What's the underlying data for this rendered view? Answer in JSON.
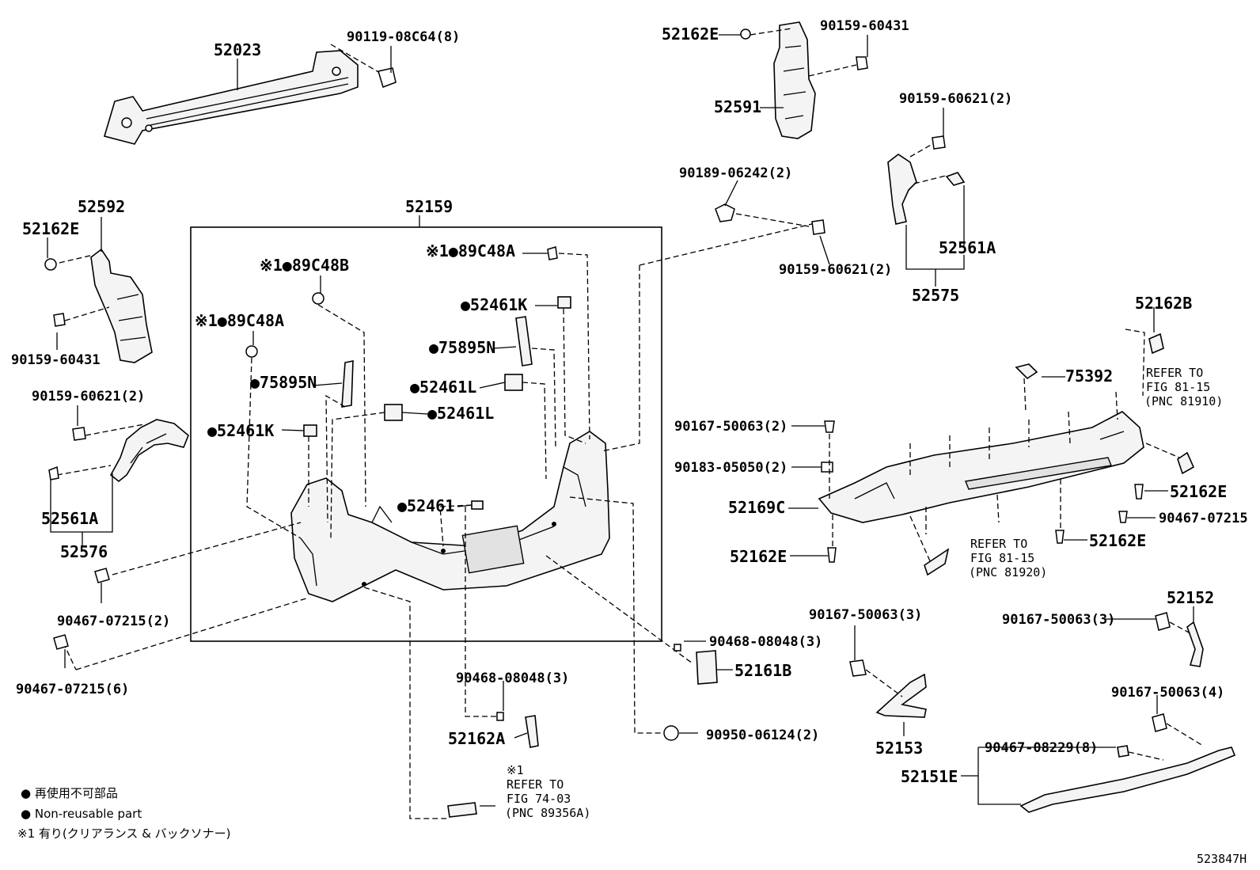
{
  "labels": {
    "p52023": "52023",
    "p90119_08C64": "90119-08C64(8)",
    "p52162E_tl": "52162E",
    "p90159_60431_t": "90159-60431",
    "p52591": "52591",
    "p90159_60621_tr": "90159-60621(2)",
    "p90189_06242": "90189-06242(2)",
    "p90159_60621_m": "90159-60621(2)",
    "p52561A_r": "52561A",
    "p52575": "52575",
    "p52592": "52592",
    "p52162E_l": "52162E",
    "p90159_60431_l": "90159-60431",
    "p52159": "52159",
    "p89C48A_top": "※1●89C48A",
    "p89C48B": "※1●89C48B",
    "p89C48A_left": "※1●89C48A",
    "p52461K_r": "●52461K",
    "p75895N_r": "●75895N",
    "p52461L_r": "●52461L",
    "p75895N_l": "●75895N",
    "p52461L_m": "●52461L",
    "p52461K_l": "●52461K",
    "p52461": "●52461",
    "p90159_60621_l": "90159-60621(2)",
    "p52561A_l": "52561A",
    "p52576": "52576",
    "p90467_07215_2": "90467-07215(2)",
    "p90467_07215_6": "90467-07215(6)",
    "p52162B": "52162B",
    "refer1_line1": "REFER TO",
    "refer1_line2": "FIG 81-15",
    "refer1_line3": "(PNC 81910)",
    "p75392": "75392",
    "p90167_50063_2": "90167-50063(2)",
    "p90183_05050": "90183-05050(2)",
    "p52169C": "52169C",
    "p52162E_r1": "52162E",
    "p90467_07215_r": "90467-07215",
    "p52162E_r2": "52162E",
    "p52162E_b": "52162E",
    "refer2_line1": "REFER TO",
    "refer2_line2": "FIG 81-15",
    "refer2_line3": "(PNC 81920)",
    "p90468_08048_r": "90468-08048(3)",
    "p52161B": "52161B",
    "p90468_08048_b": "90468-08048(3)",
    "p52162A": "52162A",
    "p90950_06124": "90950-06124(2)",
    "refer3_line0": "※1",
    "refer3_line1": "REFER TO",
    "refer3_line2": "FIG 74-03",
    "refer3_line3": "(PNC 89356A)",
    "p90167_50063_3a": "90167-50063(3)",
    "p52153": "52153",
    "p52152": "52152",
    "p90167_50063_3b": "90167-50063(3)",
    "p90167_50063_4": "90167-50063(4)",
    "p90467_08229": "90467-08229(8)",
    "p52151E": "52151E"
  },
  "legend": {
    "jp_nonreusable": "● 再使用不可部品",
    "en_nonreusable": "● Non-reusable part",
    "note1": "※1 有り(クリアランス & バックソナー)"
  },
  "figure_id": "523847H"
}
